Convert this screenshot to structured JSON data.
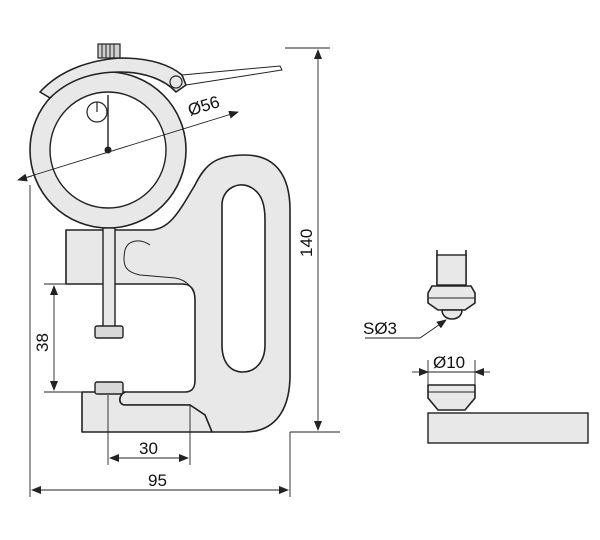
{
  "diagram": {
    "dimensions": {
      "dial_diameter": "Ø56",
      "total_height": "140",
      "throat_depth": "38",
      "anvil_offset": "30",
      "total_width": "95",
      "contact_ball": "SØ3",
      "anvil_diameter": "Ø10"
    }
  }
}
